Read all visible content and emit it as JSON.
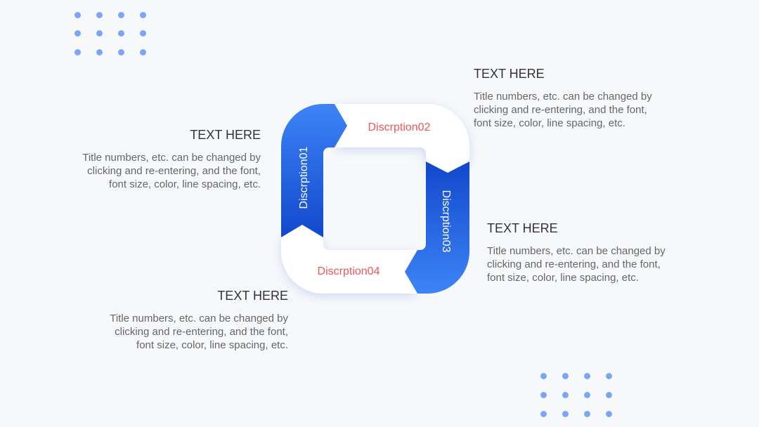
{
  "colors": {
    "background": "#f7f8fa",
    "accent_blue": "#2f72ee",
    "accent_blue_dark": "#1551d4",
    "label_red": "#f05656",
    "dot_blue": "#7ba5f7"
  },
  "cycle": {
    "segments": [
      {
        "id": "seg1",
        "label": "Discrption01",
        "style": "blue"
      },
      {
        "id": "seg2",
        "label": "Discrption02",
        "style": "white"
      },
      {
        "id": "seg3",
        "label": "Discrption03",
        "style": "blue"
      },
      {
        "id": "seg4",
        "label": "Discrption04",
        "style": "white"
      }
    ]
  },
  "blocks": [
    {
      "title": "TEXT HERE",
      "line1": "Title numbers, etc. can be changed by",
      "line2": "clicking and re-entering, and the font,",
      "line3": "font size, color, line spacing, etc."
    },
    {
      "title": "TEXT HERE",
      "line1": "Title numbers, etc. can be changed by",
      "line2": "clicking and re-entering, and the font,",
      "line3": "font size, color, line spacing, etc."
    },
    {
      "title": "TEXT HERE",
      "line1": "Title numbers, etc. can be changed by",
      "line2": "clicking and re-entering, and the font,",
      "line3": "font size, color, line spacing, etc."
    },
    {
      "title": "TEXT HERE",
      "line1": "Title numbers, etc. can be changed by",
      "line2": "clicking and re-entering, and the font,",
      "line3": "font size, color, line spacing, etc."
    }
  ]
}
